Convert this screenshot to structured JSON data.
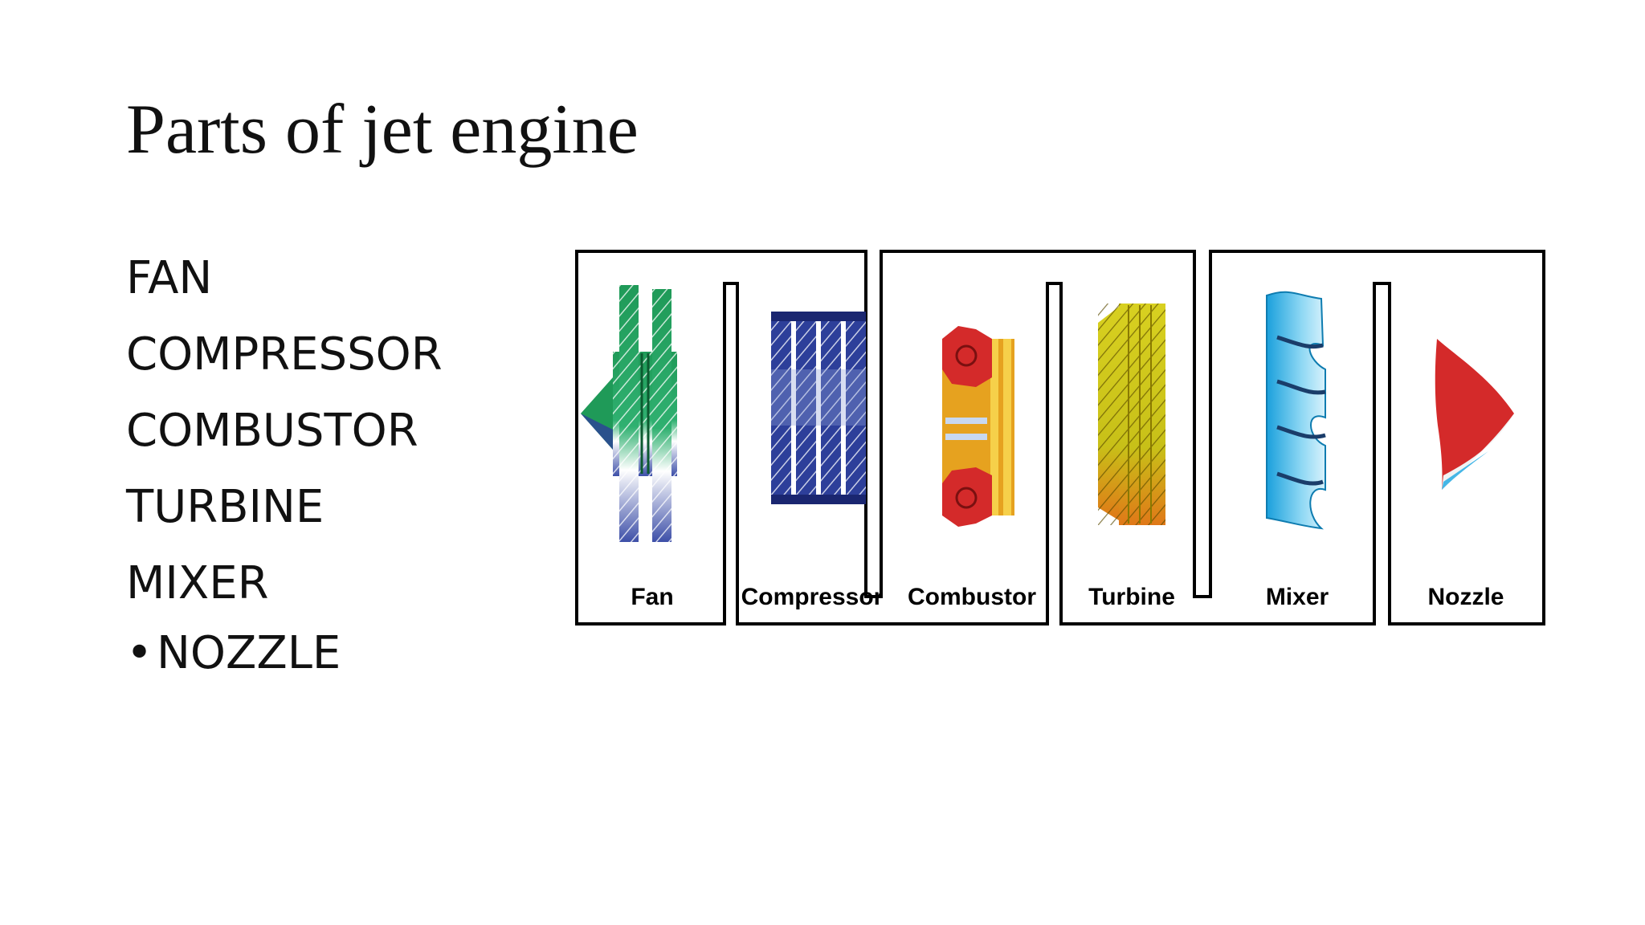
{
  "slide": {
    "title": "Parts of jet engine",
    "items": [
      "FAN",
      "COMPRESSOR",
      "COMBUSTOR",
      "TURBINE",
      "MIXER"
    ],
    "bullet_item": "NOZZLE"
  },
  "diagram": {
    "labels": {
      "fan": "Fan",
      "compressor": "Compressor",
      "combustor": "Combustor",
      "turbine": "Turbine",
      "mixer": "Mixer",
      "nozzle": "Nozzle"
    },
    "colors": {
      "fan": "#1f9a58",
      "compressor": "#2d3f9a",
      "combustor": "#e6a21f",
      "turbine": "#d8d020",
      "mixer": "#45b6e6",
      "nozzle": "#d42a2a"
    }
  }
}
